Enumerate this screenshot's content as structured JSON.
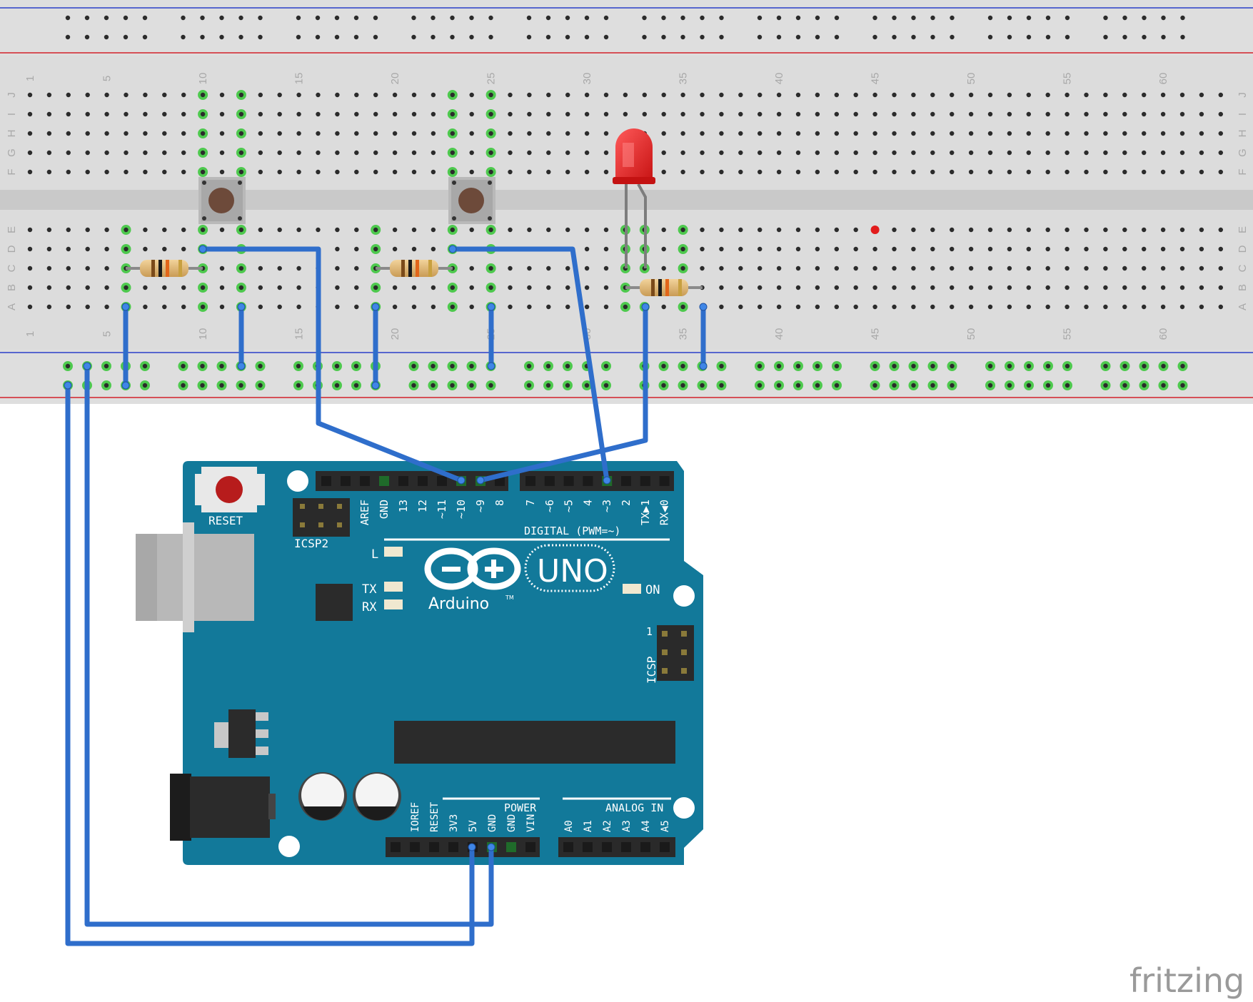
{
  "breadboard": {
    "column_numbers": [
      "1",
      "5",
      "10",
      "15",
      "20",
      "25",
      "30",
      "35",
      "40",
      "45",
      "50",
      "55",
      "60"
    ],
    "rows_top": [
      "J",
      "I",
      "H",
      "G",
      "F"
    ],
    "rows_bottom": [
      "E",
      "D",
      "C",
      "B",
      "A"
    ],
    "colors": {
      "board": "#dcdcdc",
      "rail_blue": "#2a3fc9",
      "rail_red": "#d4202a",
      "active_hole": "#4ec94e"
    }
  },
  "arduino": {
    "reset_label": "RESET",
    "icsp2_label": "ICSP2",
    "icsp_label": "ICSP",
    "icsp_pin1": "1",
    "digital_label": "DIGITAL (PWM=~)",
    "digital_pins": [
      "AREF",
      "GND",
      "13",
      "12",
      "~11",
      "~10",
      "~9",
      "8",
      "7",
      "~6",
      "~5",
      "4",
      "~3",
      "2",
      "TX▶1",
      "RX◀0"
    ],
    "led_labels": {
      "l": "L",
      "tx": "TX",
      "rx": "RX",
      "on": "ON"
    },
    "logo_text": "Arduino",
    "trademark": "TM",
    "model": "UNO",
    "power_label": "POWER",
    "analog_label": "ANALOG IN",
    "power_pins": [
      "IOREF",
      "RESET",
      "3V3",
      "5V",
      "GND",
      "GND",
      "VIN"
    ],
    "analog_pins": [
      "A0",
      "A1",
      "A2",
      "A3",
      "A4",
      "A5"
    ],
    "colors": {
      "board": "#12799a",
      "header": "#2a2a2a",
      "wire": "#2f6ecb"
    }
  },
  "brand": "fritzing"
}
